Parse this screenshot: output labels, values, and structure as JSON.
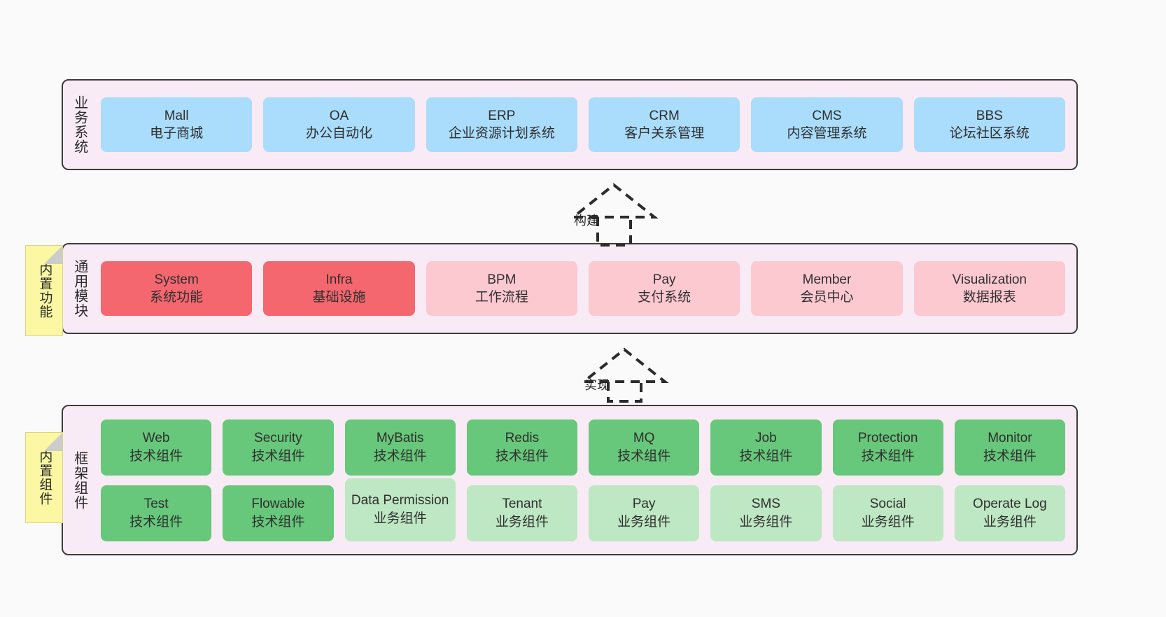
{
  "diagram": {
    "background": "#fafafa",
    "container_fill": "#f8ebf5",
    "container_stroke": "#3c3c3c",
    "colors": {
      "business_system": "#aadcfb",
      "core_module_strong": "#f4676e",
      "core_module_soft": "#fcc9d1",
      "framework_tech": "#67c77a",
      "framework_business": "#bee7c3",
      "note": "#fbf7a2",
      "note_fold": "#cccccc"
    }
  },
  "tiers": [
    {
      "id": "business-system",
      "label": "业务系统",
      "rows": [
        [
          {
            "title": "Mall",
            "sub": "电子商城",
            "color": "c-blue"
          },
          {
            "title": "OA",
            "sub": "办公自动化",
            "color": "c-blue"
          },
          {
            "title": "ERP",
            "sub": "企业资源计划系统",
            "color": "c-blue"
          },
          {
            "title": "CRM",
            "sub": "客户关系管理",
            "color": "c-blue"
          },
          {
            "title": "CMS",
            "sub": "内容管理系统",
            "color": "c-blue"
          },
          {
            "title": "BBS",
            "sub": "论坛社区系统",
            "color": "c-blue"
          }
        ]
      ]
    },
    {
      "id": "common-module",
      "label": "通用模块",
      "note": "内置功能",
      "rows": [
        [
          {
            "title": "System",
            "sub": "系统功能",
            "color": "c-red"
          },
          {
            "title": "Infra",
            "sub": "基础设施",
            "color": "c-red"
          },
          {
            "title": "BPM",
            "sub": "工作流程",
            "color": "c-pink"
          },
          {
            "title": "Pay",
            "sub": "支付系统",
            "color": "c-pink"
          },
          {
            "title": "Member",
            "sub": "会员中心",
            "color": "c-pink"
          },
          {
            "title": "Visualization",
            "sub": "数据报表",
            "color": "c-pink"
          }
        ]
      ]
    },
    {
      "id": "framework-component",
      "label": "框架组件",
      "note": "内置组件",
      "rows": [
        [
          {
            "title": "Web",
            "sub": "技术组件",
            "color": "c-green"
          },
          {
            "title": "Security",
            "sub": "技术组件",
            "color": "c-green"
          },
          {
            "title": "MyBatis",
            "sub": "技术组件",
            "color": "c-green"
          },
          {
            "title": "Redis",
            "sub": "技术组件",
            "color": "c-green"
          },
          {
            "title": "MQ",
            "sub": "技术组件",
            "color": "c-green"
          },
          {
            "title": "Job",
            "sub": "技术组件",
            "color": "c-green"
          },
          {
            "title": "Protection",
            "sub": "技术组件",
            "color": "c-green"
          },
          {
            "title": "Monitor",
            "sub": "技术组件",
            "color": "c-green"
          }
        ],
        [
          {
            "title": "Test",
            "sub": "技术组件",
            "color": "c-green"
          },
          {
            "title": "Flowable",
            "sub": "技术组件",
            "color": "c-green"
          },
          {
            "title": "Data Permission",
            "sub": "业务组件",
            "color": "c-lightgreen"
          },
          {
            "title": "Tenant",
            "sub": "业务组件",
            "color": "c-lightgreen"
          },
          {
            "title": "Pay",
            "sub": "业务组件",
            "color": "c-lightgreen"
          },
          {
            "title": "SMS",
            "sub": "业务组件",
            "color": "c-lightgreen"
          },
          {
            "title": "Social",
            "sub": "业务组件",
            "color": "c-lightgreen"
          },
          {
            "title": "Operate Log",
            "sub": "业务组件",
            "color": "c-lightgreen"
          }
        ]
      ]
    }
  ],
  "connectors": [
    {
      "id": "build",
      "label": "构建",
      "from": "common-module",
      "to": "business-system",
      "style": "dashed-generalization"
    },
    {
      "id": "implement",
      "label": "实现",
      "from": "framework-component",
      "to": "common-module",
      "style": "dashed-generalization"
    }
  ]
}
